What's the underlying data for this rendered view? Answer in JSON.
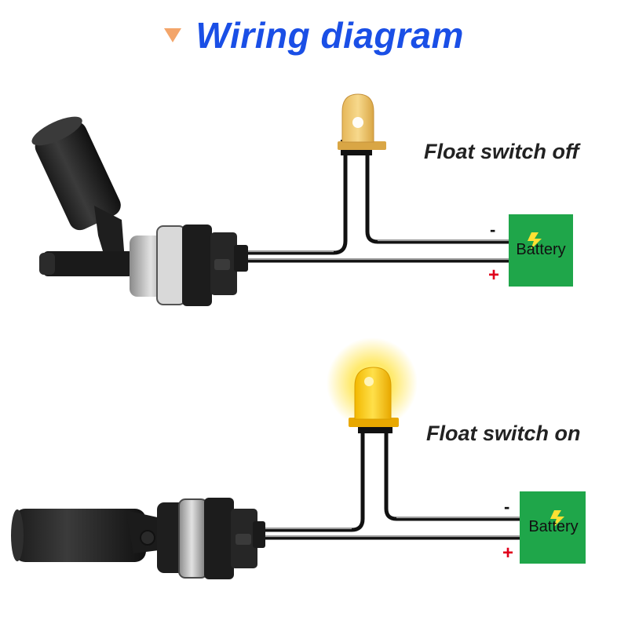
{
  "title": "Wiring diagram",
  "panels": [
    {
      "state_label": "Float switch off",
      "lamp_lit": false,
      "battery": {
        "label": "Battery",
        "negative": "-",
        "positive": "+"
      }
    },
    {
      "state_label": "Float switch on",
      "lamp_lit": true,
      "battery": {
        "label": "Battery",
        "negative": "-",
        "positive": "+"
      }
    }
  ],
  "colors": {
    "title": "#1a4fe6",
    "title_arrow": "#f3a56a",
    "battery": "#1fa64a",
    "wire": "#111111",
    "lamp_off": "#f0c56a",
    "lamp_on": "#ffd31a",
    "positive": "#e0001b"
  },
  "icons": [
    "triangle-down-icon",
    "led-lamp-icon",
    "battery-icon",
    "float-switch-icon",
    "lightning-icon"
  ]
}
